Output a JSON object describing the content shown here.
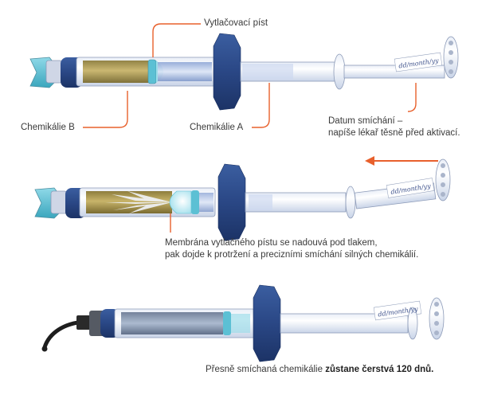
{
  "labels": {
    "piston": "Vytlačovací píst",
    "chem_b": "Chemikálie B",
    "chem_a": "Chemikálie A",
    "date_line1": "Datum smíchání –",
    "date_line2": "napíše lékař těsně před aktivací.",
    "membrane_line1": "Membrána vytlačného pístu se nadouvá pod tlakem,",
    "membrane_line2": "pak dojde k protržení a precizními smíchání silných chemikálií.",
    "fresh_prefix": "Přesně smíchaná chemikálie ",
    "fresh_bold": "zůstane čerstvá 120 dnů."
  },
  "date_stamp": "dd/month/yy",
  "colors": {
    "callout_line": "#e8602c",
    "flange_blue": "#2f5a9a",
    "tip_teal": "#5cc0d4",
    "arrow": "#e8602c",
    "chem_b_fill": "#b9a050",
    "chem_a_fill": "#a9bde0"
  }
}
